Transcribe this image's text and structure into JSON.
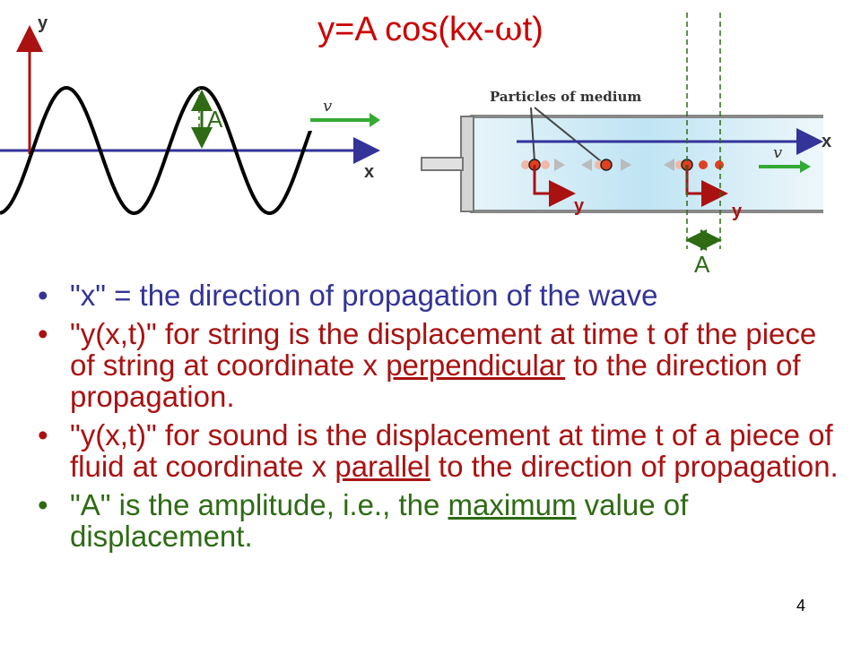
{
  "title": {
    "prefix": "y=A cos(kx-",
    "omega": "ω",
    "suffix": "t)"
  },
  "string_diagram": {
    "y_label": "y",
    "x_label": "x",
    "amplitude_label": "A",
    "velocity_label": "v"
  },
  "sound_diagram": {
    "caption": "Particles of medium",
    "x_label": "x",
    "y_label_1": "y",
    "y_label_2": "y",
    "amplitude_label": "A",
    "velocity_label": "v"
  },
  "bullets": [
    {
      "text": "\"x\" = the direction of propagation of the wave"
    },
    {
      "pre": "\"y(x,t)\" for string is the displacement at time t of the piece of string at coordinate x ",
      "u": "perpendicular",
      "post": " to the direction of propagation."
    },
    {
      "pre": "\"y(x,t)\" for sound is the displacement at time t of a piece of fluid at coordinate x ",
      "u": "parallel",
      "post": " to the direction of propagation."
    },
    {
      "pre": "\"A\" is the amplitude, i.e., the ",
      "u": "maximum",
      "post": " value of displacement."
    }
  ],
  "bullet_char": "•",
  "page_number": "4",
  "colors": {
    "title": "#cc0000",
    "axis": "#333399",
    "y_axis": "#aa1111",
    "green": "#2e6b14",
    "arrow_green": "#33aa33"
  }
}
